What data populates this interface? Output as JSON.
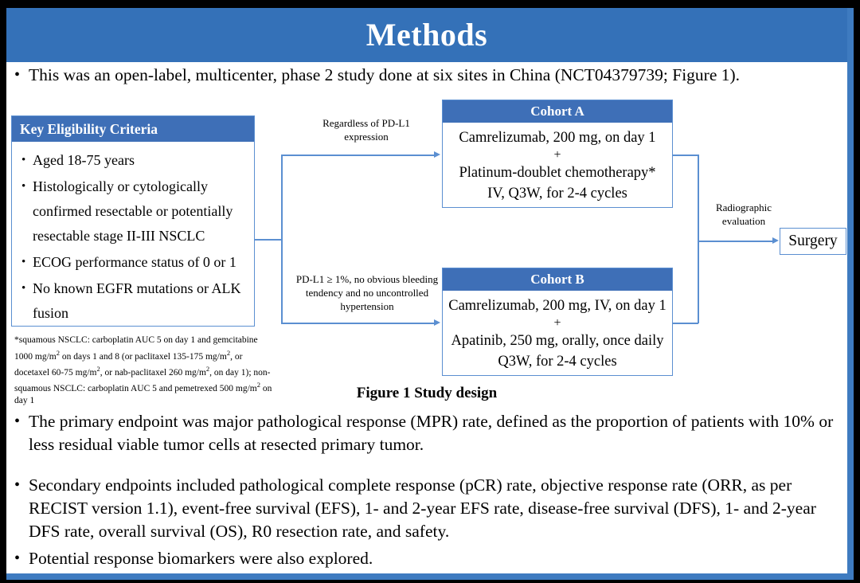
{
  "slide": {
    "title": "Methods",
    "intro_bullet": "This was an open-label, multicenter, phase 2 study done at six sites in China (NCT04379739; Figure 1).",
    "bullet_marker": "•"
  },
  "figure": {
    "caption": "Figure 1 Study design",
    "eligibility": {
      "header": "Key  Eligibility Criteria",
      "items": [
        "Aged 18-75 years",
        "Histologically or cytologically confirmed resectable or potentially resectable stage II-III  NSCLC",
        "ECOG performance status of 0 or 1",
        "No known EGFR mutations or ALK fusion"
      ]
    },
    "footnote": {
      "line1_pre": "*squamous NSCLC: carboplatin AUC 5 on day 1 and gemcitabine 1000 mg/m",
      "line1_post": " on days 1 and 8 (or paclitaxel 135-175  mg/m",
      "line2_post": ", or docetaxel 60-75 mg/m",
      "line3_post": ", or nab-paclitaxel 260 mg/m",
      "line4_post": ", on day 1); non-squamous NSCLC: carboplatin AUC 5 and pemetrexed 500 mg/m",
      "line5_post": " on day 1",
      "superscript": "2"
    },
    "connector_labels": {
      "regardless": "Regardless  of PD-L1 expression",
      "pdl1": "PD-L1 ≥ 1%, no obvious bleeding tendency and no uncontrolled  hypertension",
      "radiographic": "Radiographic evaluation"
    },
    "cohort_a": {
      "header": "Cohort A",
      "line1": "Camrelizumab, 200 mg, on day 1",
      "plus": "+",
      "line2": "Platinum-doublet chemotherapy*",
      "line3": "IV, Q3W, for 2-4 cycles"
    },
    "cohort_b": {
      "header": "Cohort B",
      "line1": "Camrelizumab, 200 mg, IV, on day 1",
      "plus": "+",
      "line2": "Apatinib, 250 mg, orally, once daily",
      "line3": "Q3W, for 2-4 cycles"
    },
    "surgery": {
      "label": "Surgery"
    }
  },
  "endpoints": {
    "primary": "The primary endpoint was major pathological response (MPR) rate, defined as the proportion of patients with 10% or less residual viable tumor cells at resected primary tumor.",
    "secondary": "Secondary endpoints included pathological complete response (pCR) rate, objective response rate (ORR, as per RECIST version 1.1), event-free survival (EFS), 1- and 2-year EFS rate, disease-free survival (DFS), 1- and 2-year DFS rate, overall survival (OS), R0 resection rate, and safety.",
    "biomarkers": "Potential response biomarkers were also explored."
  },
  "colors": {
    "banner_blue": "#3471B8",
    "header_blue": "#3E6FB7",
    "line_blue": "#5B8FD1",
    "frame_blue": "#3E7BC0",
    "text_black": "#000000",
    "background_black": "#000000"
  }
}
